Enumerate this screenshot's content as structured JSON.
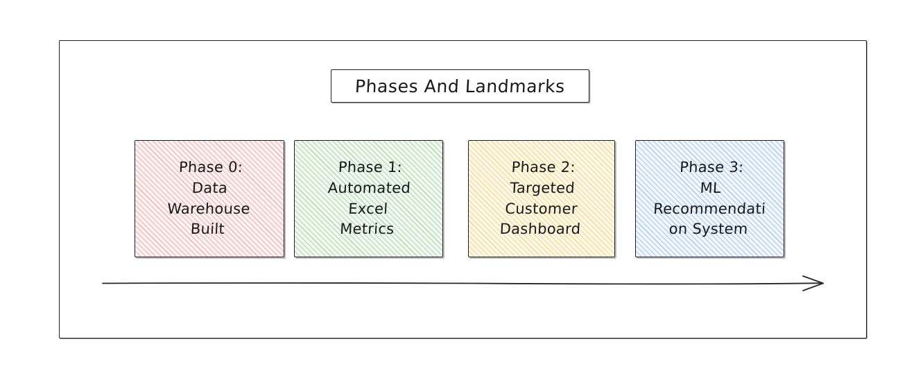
{
  "diagram": {
    "title": "Phases And Landmarks",
    "style": "hand-drawn-sketch",
    "frame_label": "diagram-frame",
    "timeline_arrow": {
      "direction": "left-to-right",
      "label": ""
    },
    "phases": [
      {
        "id": "phase-0",
        "label": "Phase 0:\nData\nWarehouse\nBuilt",
        "color": "#fdf1f1",
        "hatch_color": "#e07a7a",
        "hatch": "red"
      },
      {
        "id": "phase-1",
        "label": "Phase 1:\nAutomated\nExcel\nMetrics",
        "color": "#f0f8f0",
        "hatch_color": "#6eb46e",
        "hatch": "green"
      },
      {
        "id": "phase-2",
        "label": "Phase 2:\nTargeted\nCustomer\nDashboard",
        "color": "#fdf8e6",
        "hatch_color": "#e2be50",
        "hatch": "yellow"
      },
      {
        "id": "phase-3",
        "label": "Phase 3:\nML\nRecommendati\non System",
        "color": "#f0f6fd",
        "hatch_color": "#6ea0dc",
        "hatch": "blue"
      }
    ]
  },
  "colors": {
    "stroke": "#1f1f1f",
    "text": "#16181a",
    "background": "#ffffff"
  }
}
